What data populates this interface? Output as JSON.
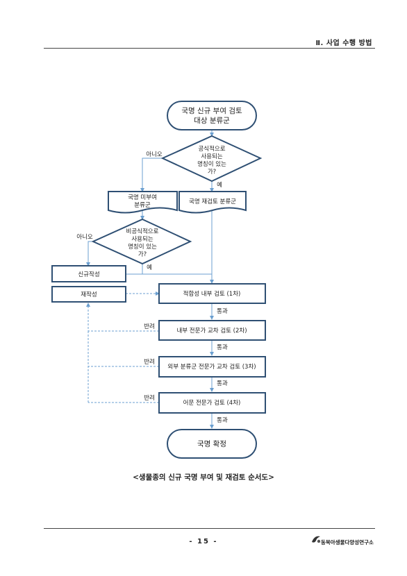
{
  "header": {
    "section": "Ⅱ. 사업 수행 방법"
  },
  "flowchart": {
    "start": [
      "국명 신규 부여 검토",
      "대상 분류군"
    ],
    "q1": [
      "공식적으로",
      "사용되는",
      "명칭이 있는",
      "가?"
    ],
    "q1_no": "아니오",
    "q1_yes": "예",
    "doc_unassigned": [
      "국명 미부여",
      "분류군"
    ],
    "doc_review": "국명 재검토 분류군",
    "q2": [
      "비공식적으로",
      "사용되는",
      "명칭이 있는",
      "가?"
    ],
    "q2_no": "아니오",
    "q2_yes": "예",
    "new_write": "신규작성",
    "rewrite": "재작성",
    "step1": "적합성 내부 검토 (1차)",
    "step2": "내부 전문가 교차 검토 (2차)",
    "step3": "외부 분류군 전문가 교차 검토 (3차)",
    "step4": "어문 전문가 검토 (4차)",
    "pass": "통과",
    "reject": "반려",
    "end": "국명 확정"
  },
  "caption": "<생물종의 신규 국명 부여 및 재검토 순서도>",
  "footer": {
    "page_number": "- 15 -",
    "org_name": "동북아생물다양성연구소"
  },
  "colors": {
    "box_stroke": "#2e4f73",
    "arrow": "#6b9fd0"
  }
}
